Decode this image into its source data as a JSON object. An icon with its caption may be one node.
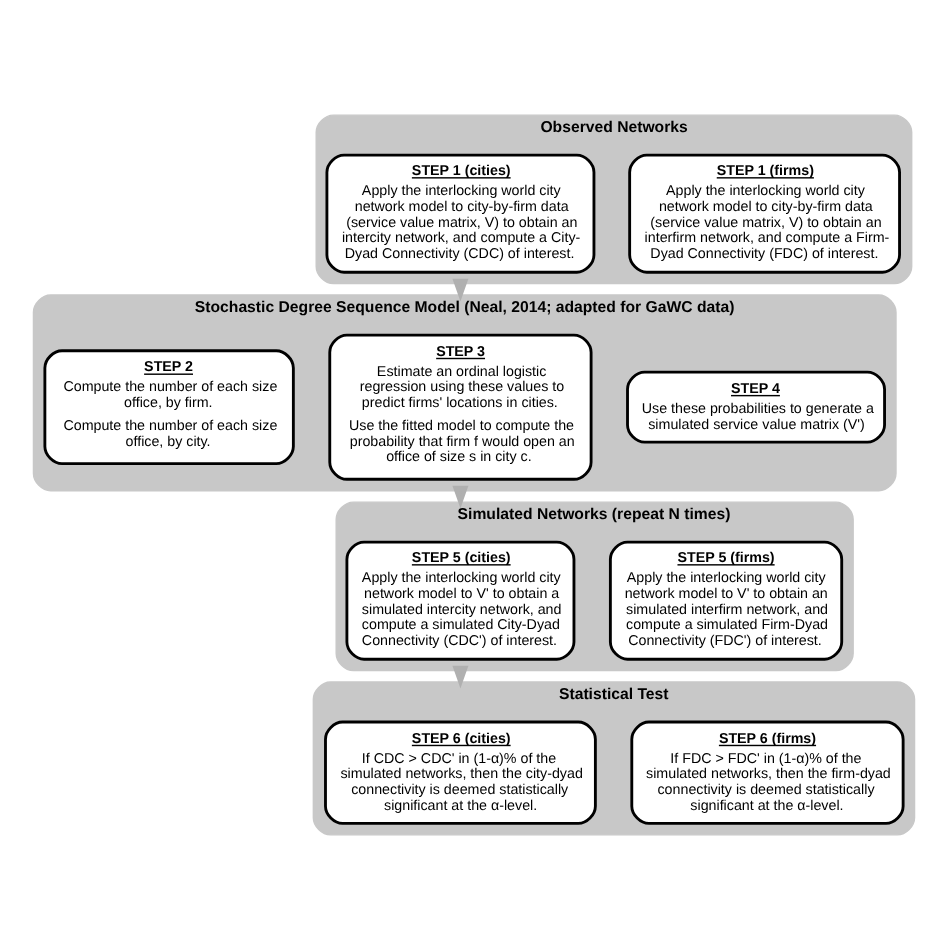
{
  "diagram": {
    "nodes": [
      {
        "text": [
          "Observed Networks"
        ]
      },
      {
        "text": [
          "STEP 1 (cities)",
          "Apply the interlocking world city network model to city-by-firm data (service value matrix, V) to obtain an intercity network, and compute a City-Dyad Connectivity (CDC) of interest."
        ],
        "in": 0
      },
      {
        "text": [
          "STEP 1 (firms)",
          "Apply the interlocking world city network model to city-by-firm data (service value matrix, V) to obtain an interfirm network, and compute a Firm-Dyad Connectivity (FDC) of interest."
        ],
        "in": 0
      },
      {
        "text": [
          "Stochastic Degree Sequence Model (Neal, 2014; adapted for GaWC data)"
        ]
      },
      {
        "text": [
          "STEP 2",
          "Compute the number of each size office, by firm.",
          "Compute the number of each size office, by city."
        ],
        "in": 3
      },
      {
        "text": [
          "STEP 3",
          "Estimate an ordinal logistic regression using these values to predict firms' locations in cities.",
          "Use the fitted model to compute the probability that firm f would open an office of size s in city c."
        ],
        "in": 3
      },
      {
        "text": [
          "STEP 4",
          "Use these probabilities to generate a simulated service value matrix (V')"
        ],
        "in": 3
      },
      {
        "text": [
          "Simulated Networks (repeat N times)"
        ]
      },
      {
        "text": [
          "STEP 5 (cities)",
          "Apply the interlocking world city network model to V' to obtain a simulated intercity network, and compute a simulated City-Dyad Connectivity (CDC') of interest."
        ],
        "in": 7
      },
      {
        "text": [
          "STEP 5 (firms)",
          "Apply the interlocking world city network model to V' to obtain an simulated interfirm network, and compute a simulated Firm-Dyad Connectivity (FDC') of interest."
        ],
        "in": 7
      },
      {
        "text": [
          "Statistical Test"
        ]
      },
      {
        "text": [
          "STEP 6 (cities)",
          "If CDC > CDC' in (1-α)% of the simulated networks, then the city-dyad connectivity is deemed statistically significant at the α-level."
        ],
        "in": 10
      },
      {
        "text": [
          "STEP 6 (firms)",
          "If FDC > FDC' in (1-α)% of the simulated networks, then the firm-dyad connectivity is deemed statistically significant at the α-level."
        ],
        "in": 10
      }
    ],
    "edges": [
      {
        "from": 0,
        "to": 3,
        "arrow": "to"
      },
      {
        "from": 3,
        "to": 7,
        "arrow": "to"
      },
      {
        "from": 7,
        "to": 10,
        "arrow": "to"
      }
    ]
  }
}
